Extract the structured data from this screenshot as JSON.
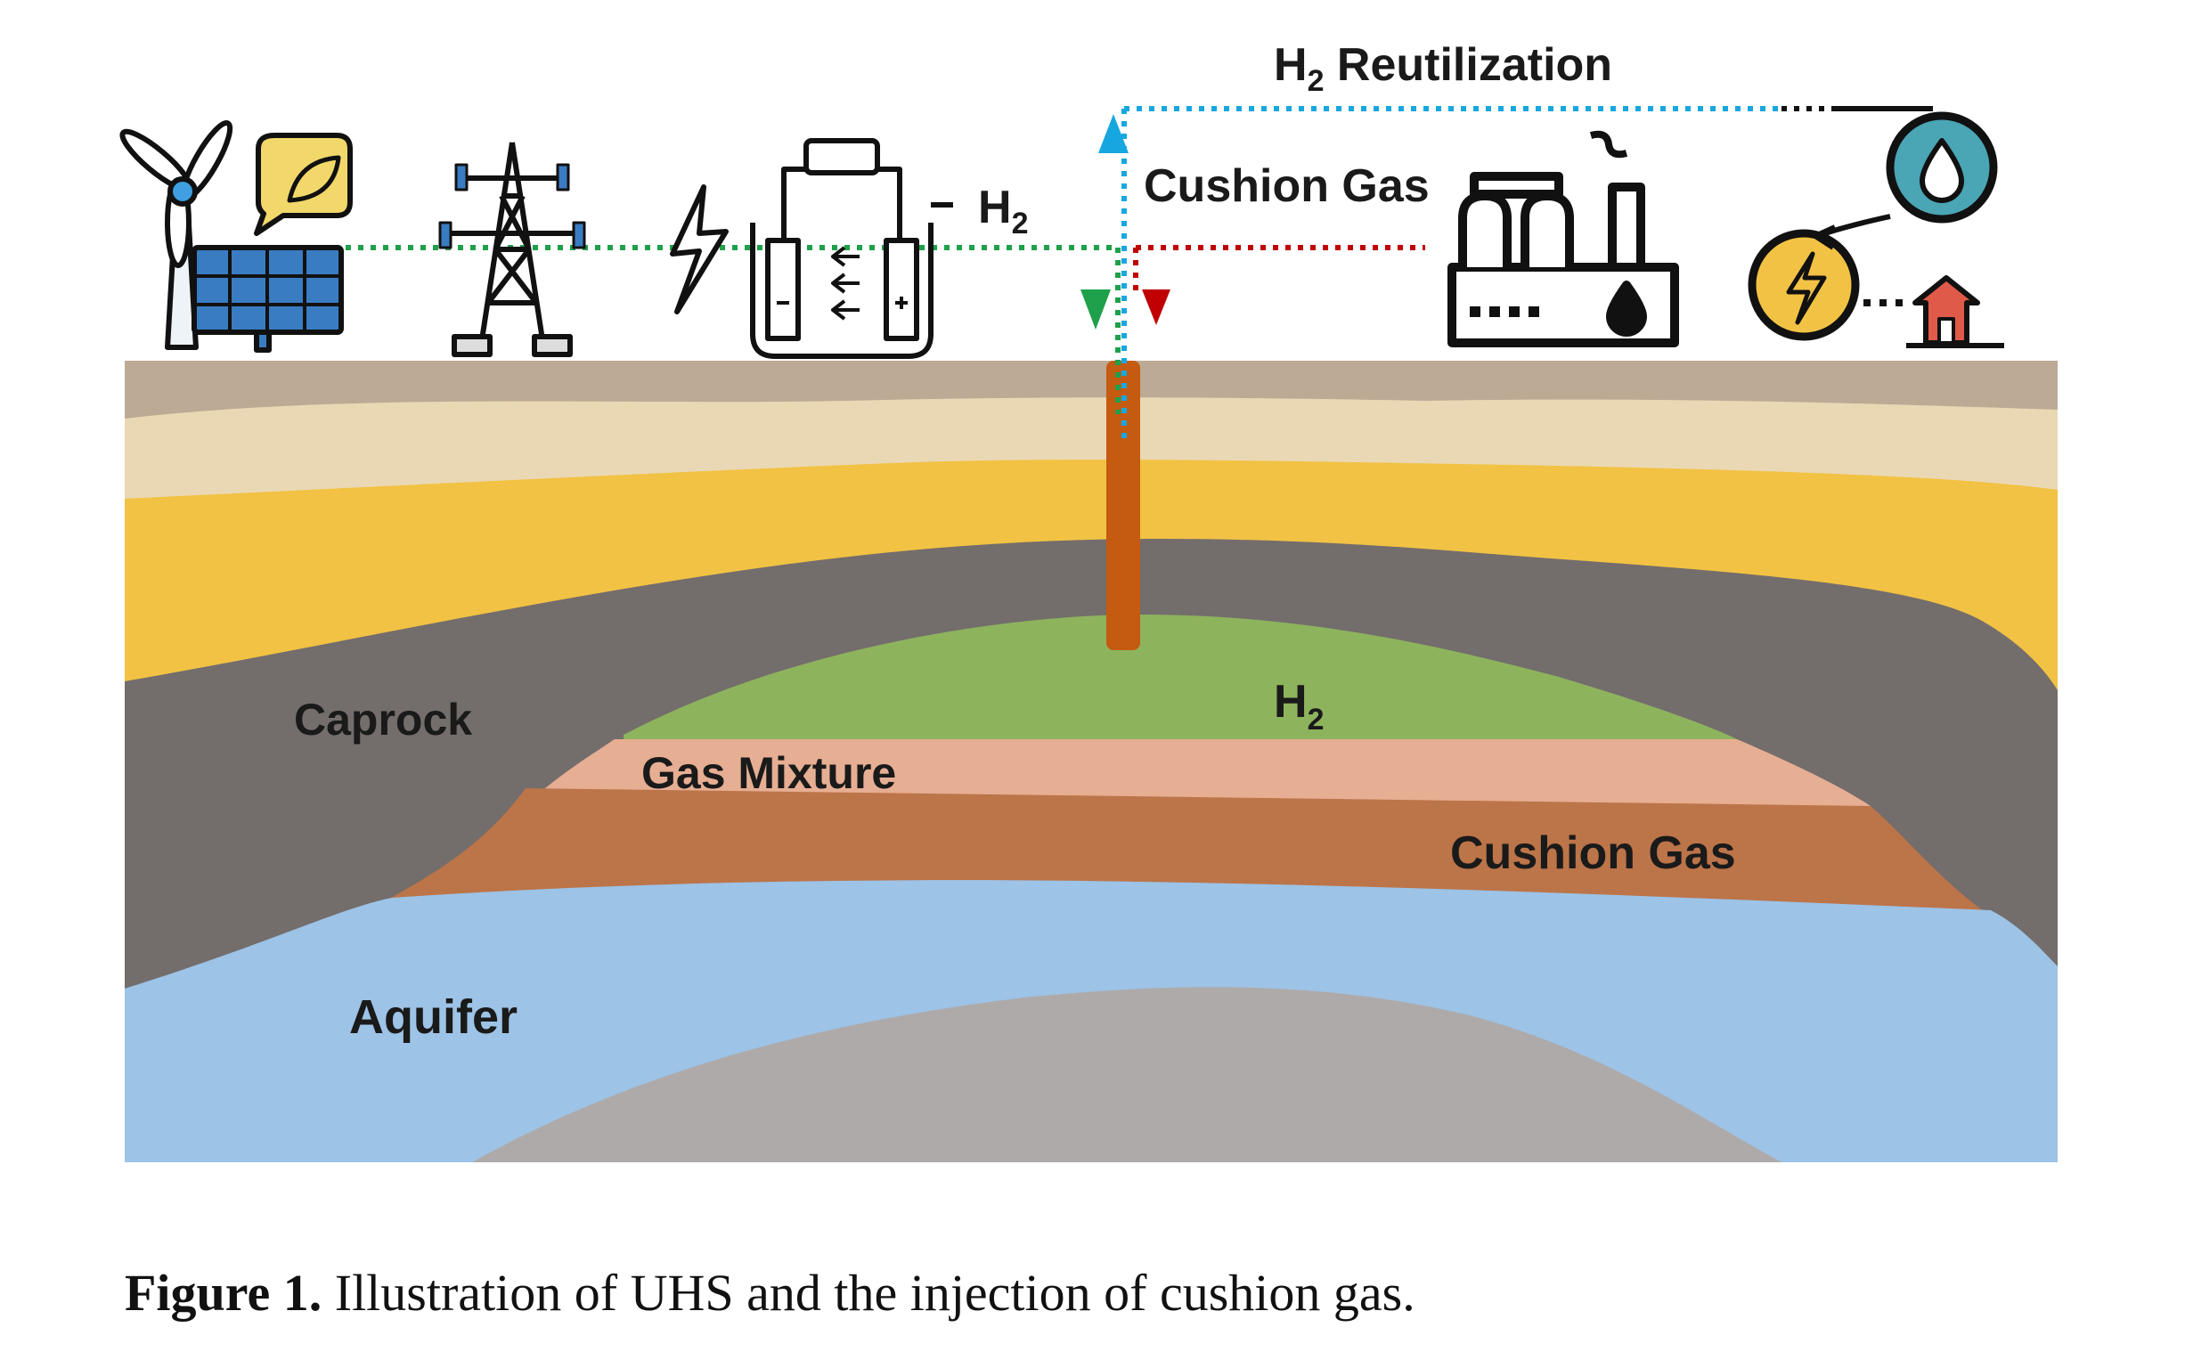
{
  "top_labels": {
    "reutilization_prefix": "H",
    "reutilization_sub": "2",
    "reutilization_text": " Reutilization",
    "cushion_gas": "Cushion Gas",
    "h2_main": "H",
    "h2_sub": "2"
  },
  "layers": {
    "caprock": "Caprock",
    "gas_mixture": "Gas Mixture",
    "h2_main": "H",
    "h2_sub": "2",
    "cushion_gas": "Cushion Gas",
    "aquifer": "Aquifer"
  },
  "caption": {
    "label": "Figure 1.",
    "text": " Illustration of UHS and the injection of cushion gas."
  },
  "colors": {
    "soil_top": "#bcaa95",
    "sand": "#ead8b4",
    "yellow": "#f2c244",
    "caprock": "#736d6c",
    "h2_zone": "#8eb35d",
    "gas_mixture": "#e6ae93",
    "cushion_gas": "#bc7449",
    "aquifer": "#9dc3e6",
    "basement": "#aeaaaa",
    "well": "#c55a11",
    "green_line": "#1fa04a",
    "blue_line": "#17a7e0",
    "red_line": "#c00000"
  }
}
